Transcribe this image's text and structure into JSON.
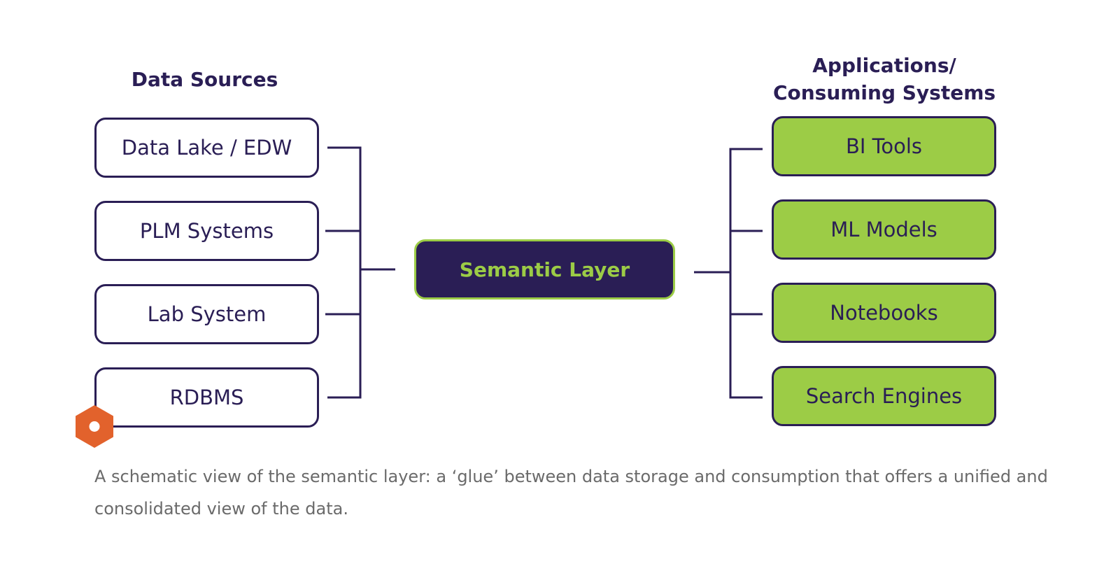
{
  "headings": {
    "sources": "Data Sources",
    "consumers_line1": "Applications/",
    "consumers_line2": "Consuming Systems"
  },
  "sources": [
    {
      "label": "Data Lake / EDW"
    },
    {
      "label": "PLM Systems"
    },
    {
      "label": "Lab System"
    },
    {
      "label": "RDBMS"
    }
  ],
  "center": {
    "label": "Semantic Layer"
  },
  "consumers": [
    {
      "label": "BI Tools"
    },
    {
      "label": "ML Models"
    },
    {
      "label": "Notebooks"
    },
    {
      "label": "Search Engines"
    }
  ],
  "caption": "A schematic view of the semantic layer: a ‘glue’ between data storage and consumption that offers a unified and consolidated view of the data.",
  "badge": {
    "icon": "hexagon-icon"
  },
  "colors": {
    "navy": "#2a1e55",
    "lime": "#9ccc46",
    "badge_orange": "#e2622c",
    "caption_gray": "#6a6a6a"
  }
}
